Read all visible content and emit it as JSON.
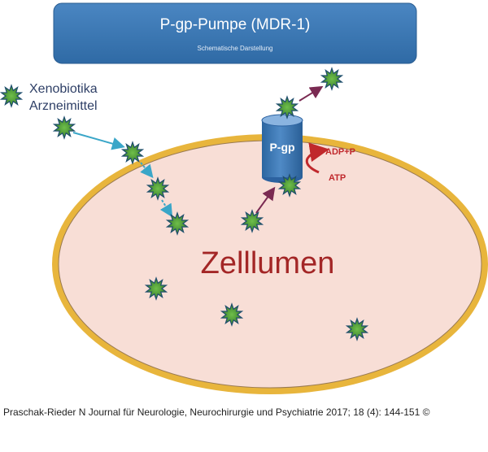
{
  "header": {
    "title": "P-gp-Pumpe (MDR-1)",
    "subtitle": "Schematische Darstellung"
  },
  "labels": {
    "substances_line1": "Xenobiotika",
    "substances_line2": "Arzneimittel",
    "pump": "P-gp",
    "adp": "ADP+P",
    "atp": "ATP",
    "cell": "Zelllumen"
  },
  "caption": "Praschak-Rieder N Journal für Neurologie, Neurochirurgie und Psychiatrie 2017; 18 (4): 144-151 ©",
  "colors": {
    "header_fill": "#3d7ab8",
    "membrane": "#e8b53c",
    "cytoplasm": "#f8ded6",
    "pump": "#3c79b4",
    "molecule": "#4c9a3a",
    "arrow_blue": "#3aa6c8",
    "arrow_purple": "#7a2a52",
    "cell_text": "#a32626",
    "atp_text": "#c0282c"
  },
  "icons": {
    "molecule": "star-molecule-icon",
    "pump": "cylinder-pump-icon"
  }
}
